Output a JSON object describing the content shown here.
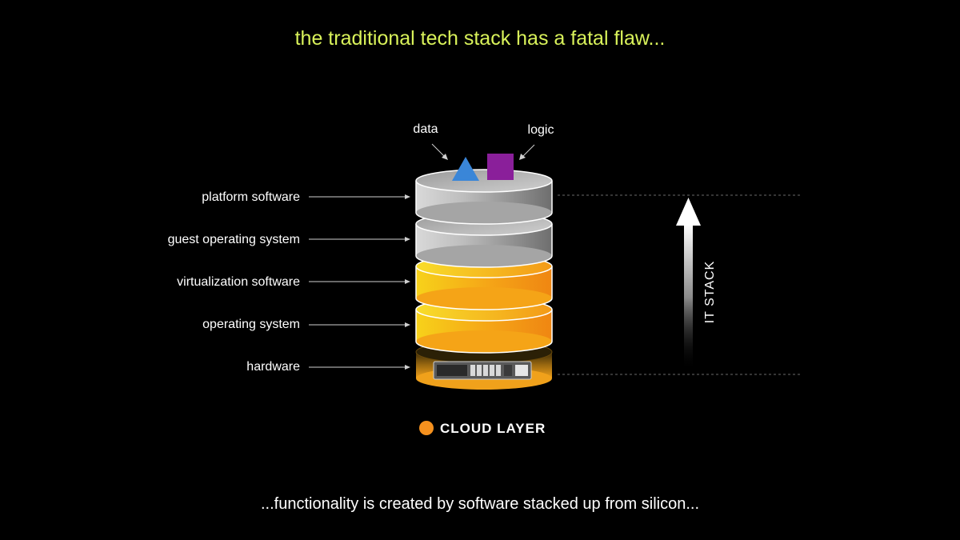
{
  "title": "the traditional tech stack has a fatal flaw...",
  "subtitle": "...functionality is created by software stacked up from silicon...",
  "top_items": {
    "data": "data",
    "logic": "logic"
  },
  "layers": [
    {
      "label": "platform software",
      "color": "gray"
    },
    {
      "label": "guest operating system",
      "color": "gray"
    },
    {
      "label": "virtualization software",
      "color": "orange"
    },
    {
      "label": "operating system",
      "color": "orange"
    },
    {
      "label": "hardware",
      "color": "gold"
    }
  ],
  "legend": {
    "label": "CLOUD LAYER",
    "color": "#f5911e"
  },
  "axis_label": "IT STACK",
  "colors": {
    "title": "#d9f25a",
    "data_shape": "#3a86d8",
    "logic_shape": "#8a1f9a",
    "orange": "#f5911e",
    "gray": "#b5b5b5"
  }
}
